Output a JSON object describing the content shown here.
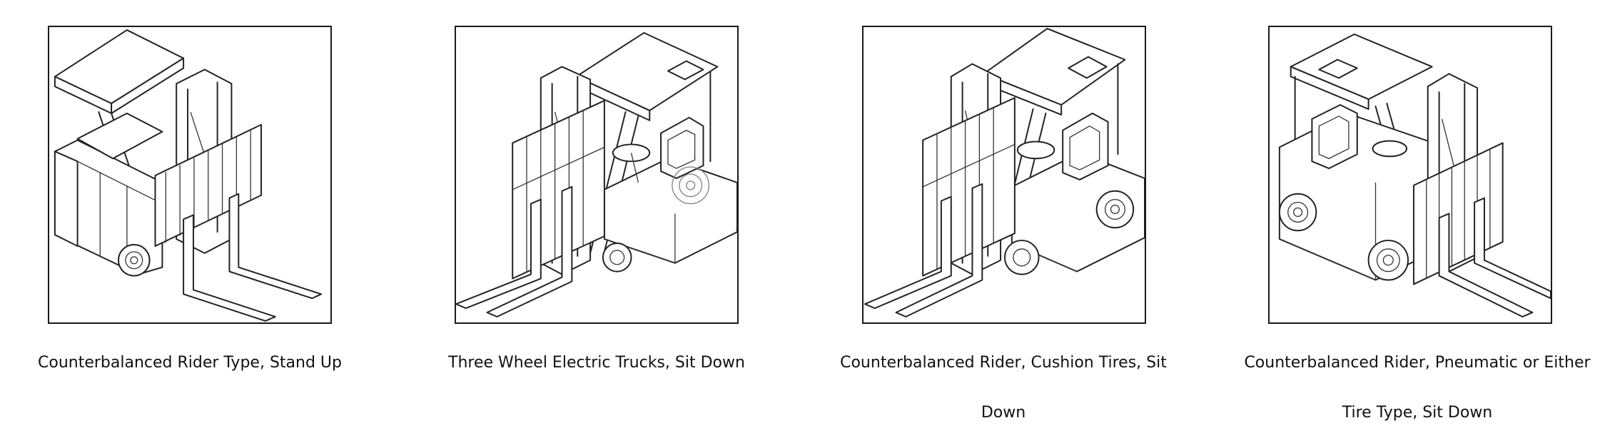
{
  "figures": [
    {
      "caption": "Counterbalanced Rider Type, Stand Up",
      "illustration": "forklift-stand-up"
    },
    {
      "caption": "Three Wheel Electric Trucks, Sit Down",
      "illustration": "forklift-three-wheel-electric"
    },
    {
      "caption": "Counterbalanced Rider, Cushion Tires, Sit Down",
      "illustration": "forklift-cushion-tires"
    },
    {
      "caption": "Counterbalanced Rider, Pneumatic or Either Tire Type, Sit Down",
      "illustration": "forklift-pneumatic-tires"
    }
  ]
}
